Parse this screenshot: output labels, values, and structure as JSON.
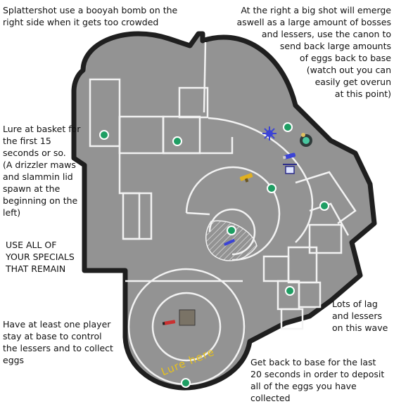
{
  "colors": {
    "floor": "#939393",
    "outline": "#1f1f1f",
    "walls": "#f2f2f2",
    "marker_fill": "#1e9e63",
    "marker_ring": "#ffffff",
    "lure_text": "#e8c21a",
    "basket": "#7a7366"
  },
  "notes": {
    "top_left": "Splattershot use a booyah bomb on the\nright side when it gets too crowded",
    "top_right": "At the right a big shot will emerge\naswell as a large amount of bosses\nand lessers, use the canon to\nsend back large amounts\nof eggs back to base\n(watch out you can\neasily get overun\nat this point)",
    "lure_basket": "Lure at basket for\nthe first 15\nseconds or so.\n(A drizzler maws\nand slammin lid\nspawn at the\nbeginning on the\nleft)",
    "specials": "USE ALL OF\nYOUR SPECIALS\nTHAT REMAIN",
    "base_player": "Have at least one player\nstay at base to control\nthe lessers and to collect\neggs",
    "lag": "Lots of lag\nand lessers\non this wave",
    "get_back": "Get back to base for the last\n20 seconds in order to deposit\nall of the eggs you have collected"
  },
  "lure_label": "Lure here",
  "map": {
    "spawn_marker_count": 8,
    "icons": [
      "boss-icon-blue-spiky",
      "boss-icon-steelhead",
      "boss-icon-drone",
      "boss-icon-scrapper",
      "weapon-icon-yellow",
      "weapon-icon-splattershot",
      "weapon-icon-red"
    ]
  }
}
